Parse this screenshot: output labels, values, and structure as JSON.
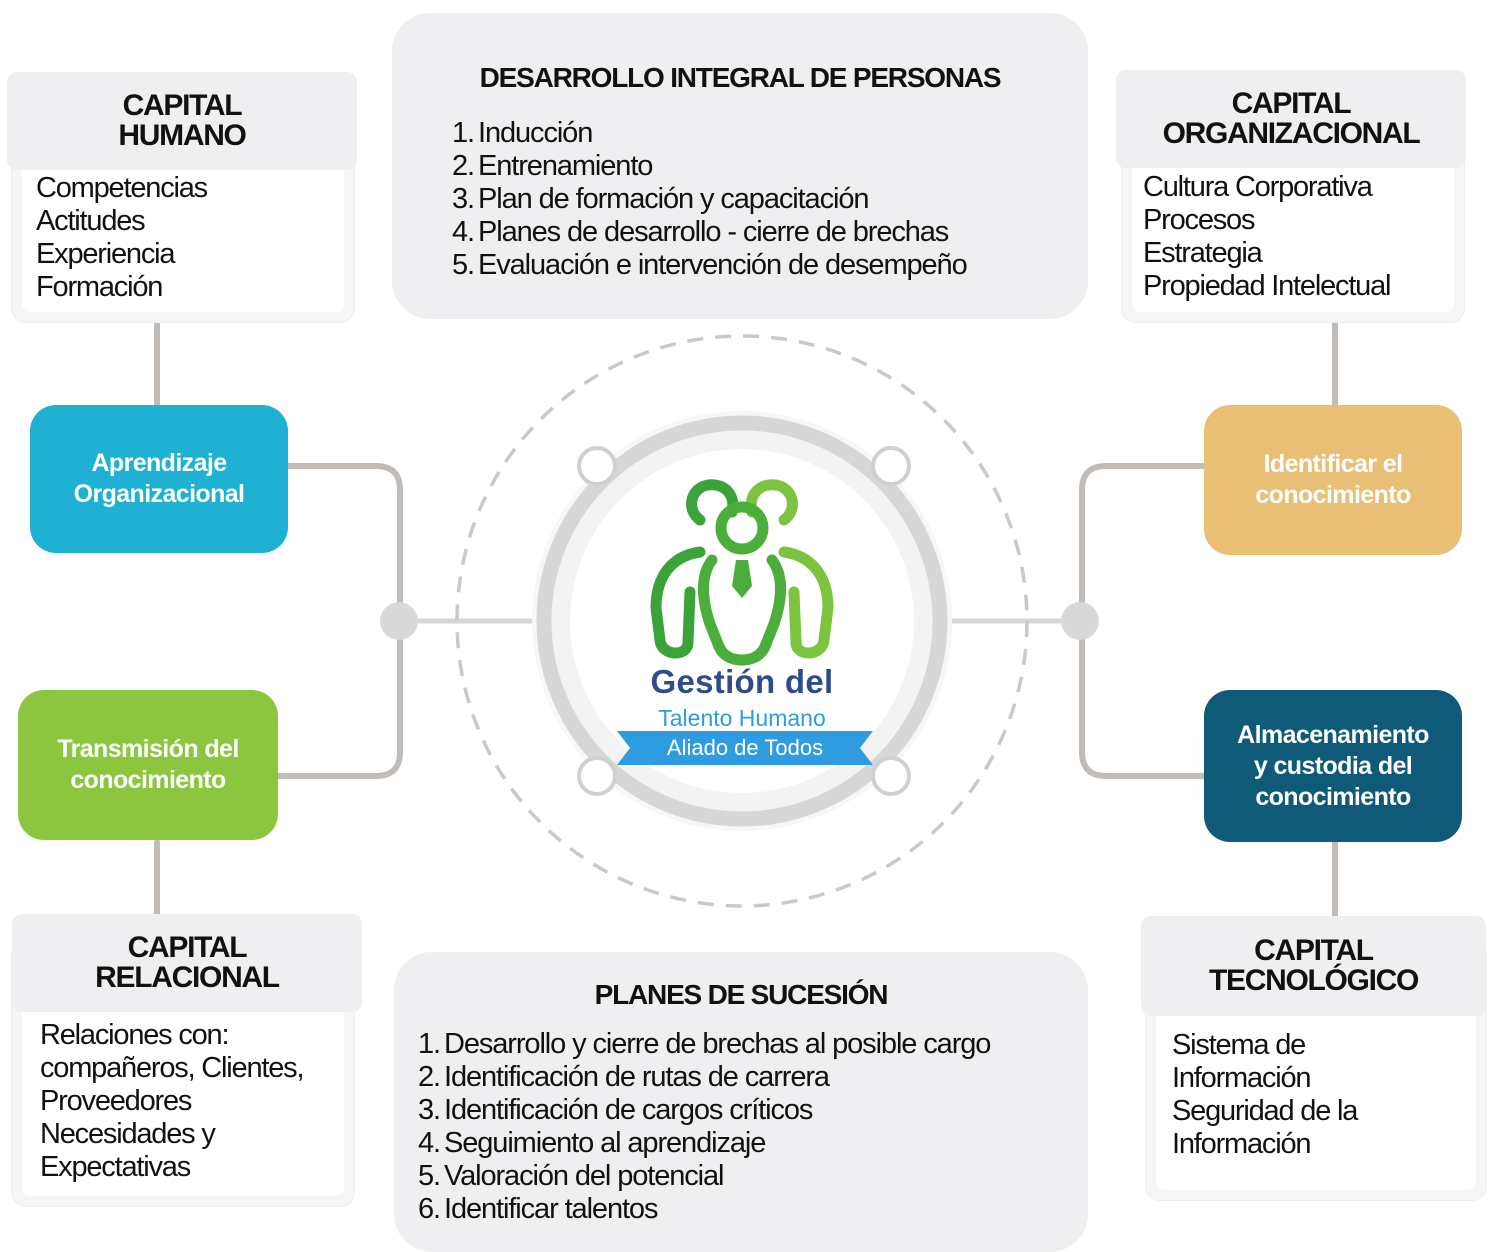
{
  "colors": {
    "aprendizaje": "#1fb1d3",
    "transmision": "#8cc63f",
    "identificar": "#e8bf75",
    "almacenamiento": "#0f5a78",
    "logo_green": "#4cae3a",
    "logo_navy": "#2f4b8a",
    "logo_blue": "#2f9be0"
  },
  "capital_humano": {
    "title": "CAPITAL\nHUMANO",
    "items": "Competencias\nActitudes\nExperiencia\nFormación"
  },
  "capital_organizacional": {
    "title": "CAPITAL\nORGANIZACIONAL",
    "items": "Cultura Corporativa\nProcesos\nEstrategia\nPropiedad Intelectual"
  },
  "capital_relacional": {
    "title": "CAPITAL\nRELACIONAL",
    "items": "Relaciones con:\ncompañeros, Clientes,\nProveedores\nNecesidades y\nExpectativas"
  },
  "capital_tecnologico": {
    "title": "CAPITAL\nTECNOLÓGICO",
    "items": "Sistema de\nInformación\nSeguridad de la\nInformación"
  },
  "desarrollo": {
    "title": "DESARROLLO INTEGRAL DE PERSONAS",
    "items": [
      {
        "num": "1.",
        "text": "Inducción"
      },
      {
        "num": "2.",
        "text": "Entrenamiento"
      },
      {
        "num": "3.",
        "text": "Plan de formación y capacitación"
      },
      {
        "num": "4.",
        "text": "Planes de desarrollo - cierre de brechas"
      },
      {
        "num": "5.",
        "text": "Evaluación e intervención de desempeño"
      }
    ]
  },
  "sucesion": {
    "title": "PLANES DE SUCESIÓN",
    "items": [
      {
        "num": "1.",
        "text": "Desarrollo y cierre de brechas al posible cargo"
      },
      {
        "num": "2.",
        "text": "Identificación de rutas de carrera"
      },
      {
        "num": "3.",
        "text": "Identificación de cargos críticos"
      },
      {
        "num": "4.",
        "text": "Seguimiento al aprendizaje"
      },
      {
        "num": "5.",
        "text": "Valoración del potencial"
      },
      {
        "num": "6.",
        "text": "Identificar talentos"
      }
    ]
  },
  "nodes": {
    "aprendizaje": "Aprendizaje\nOrganizacional",
    "transmision": "Transmisión del\nconocimiento",
    "identificar": "Identificar  el\nconocimiento",
    "almacenamiento": "Almacenamiento\ny custodia del\nconocimiento"
  },
  "logo": {
    "line1": "Gestión del",
    "line2": "Talento Humano",
    "line3": "Aliado de Todos",
    "icon": "people-group-icon"
  }
}
